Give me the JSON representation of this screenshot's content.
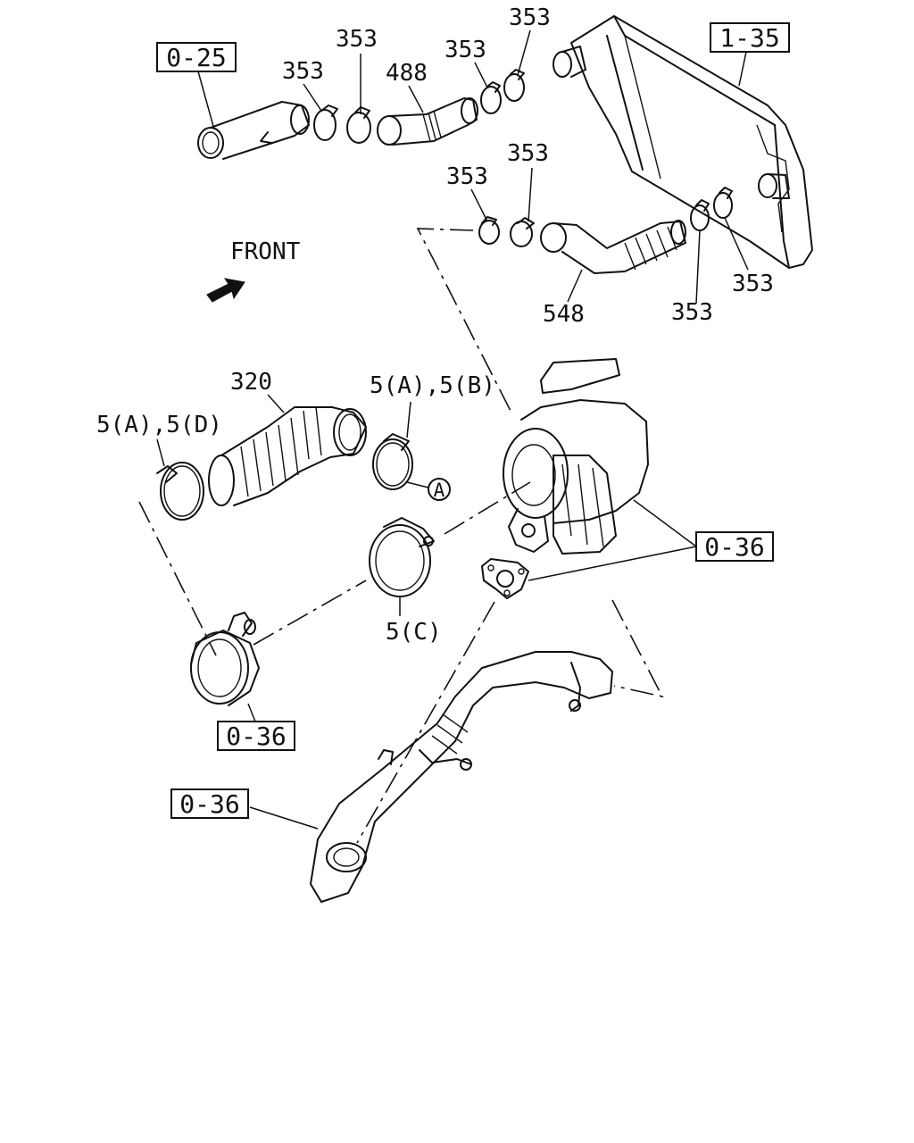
{
  "front_label": "FRONT",
  "ref_boxes": {
    "ref_0_25": "0-25",
    "ref_1_35": "1-35",
    "ref_0_36_turbo": "0-36",
    "ref_0_36_left": "0-36",
    "ref_0_36_bottom": "0-36"
  },
  "parts": {
    "clamp_353_a": "353",
    "clamp_353_b": "353",
    "clamp_353_c": "353",
    "clamp_353_d": "353",
    "clamp_353_e": "353",
    "clamp_353_f": "353",
    "clamp_353_g": "353",
    "clamp_353_h": "353",
    "hose_488": "488",
    "hose_548": "548",
    "hose_320": "320",
    "clamp_5ab": "5(A),5(B)",
    "clamp_5ad": "5(A),5(D)",
    "clamp_5c": "5(C)",
    "circle_a": "A"
  },
  "icons": [
    "front-arrow-icon"
  ]
}
